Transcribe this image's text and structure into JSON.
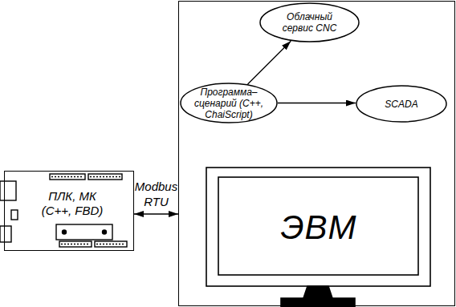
{
  "diagram": {
    "nodes": [
      {
        "text": [
          "ПЛК, МК (С++, FBD)"
        ]
      },
      {
        "text": [
          "ЭВМ"
        ]
      },
      {
        "text": [
          "Облачный сервис CNC"
        ],
        "in": 1
      },
      {
        "text": [
          "Программа–сценарий (С++, ChaiScript)"
        ],
        "in": 1
      },
      {
        "text": [
          "SCADA"
        ],
        "in": 1
      }
    ],
    "edges": [
      {
        "from": 0,
        "to": 1,
        "arrow": "both",
        "label": "Modbus RTU"
      },
      {
        "from": 3,
        "to": 2,
        "arrow": "to"
      },
      {
        "from": 3,
        "to": 4,
        "arrow": "to"
      }
    ]
  }
}
